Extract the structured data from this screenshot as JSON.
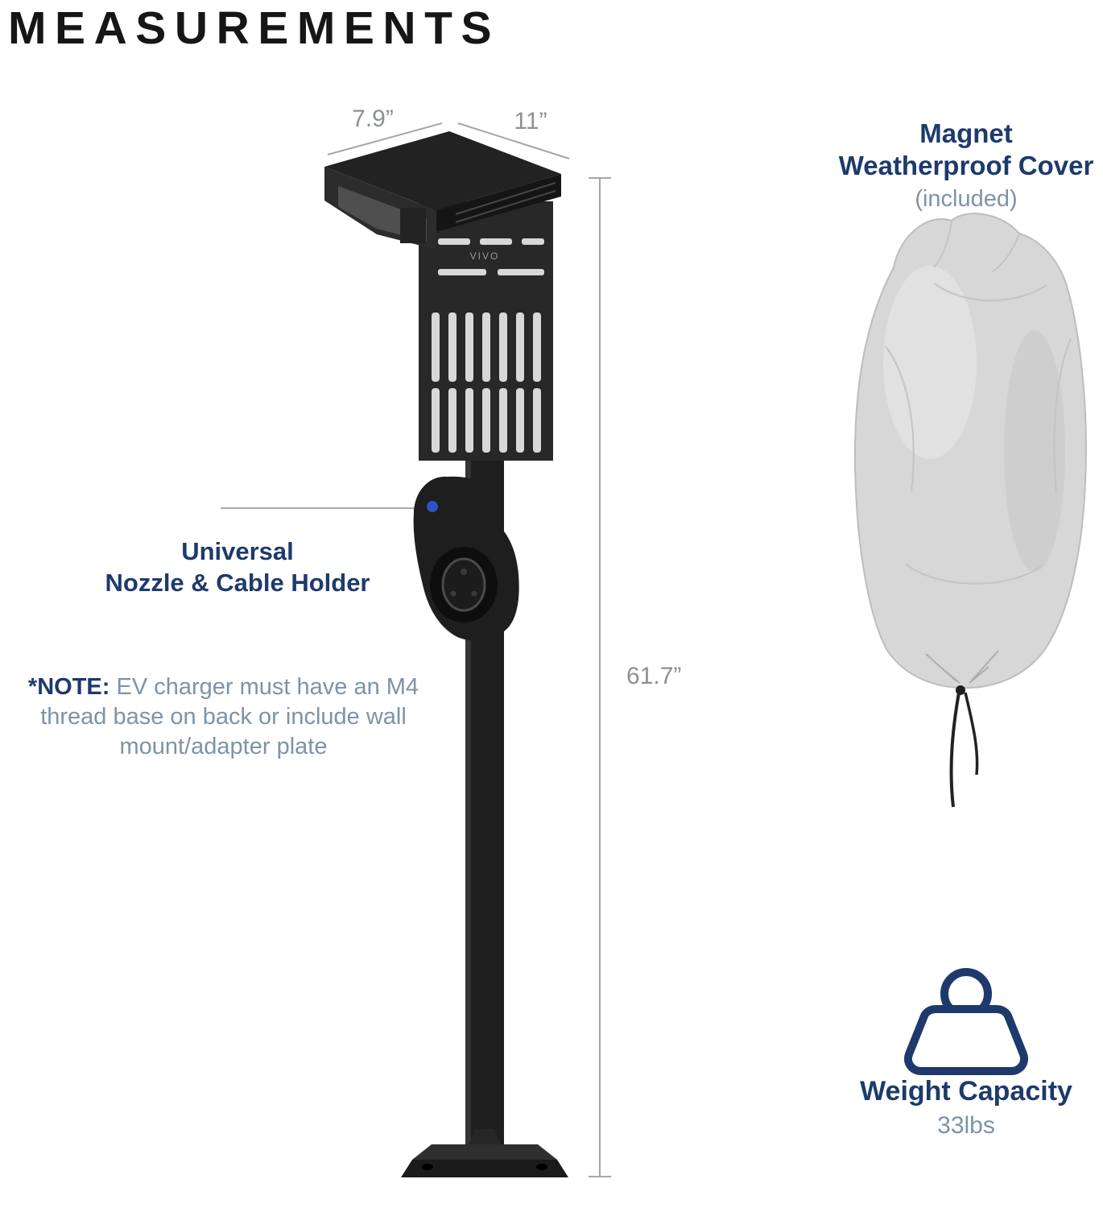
{
  "title": "MEASUREMENTS",
  "dimensions": {
    "top_depth": "7.9”",
    "top_width": "11”",
    "pole_height": "61.7”"
  },
  "callouts": {
    "holder": {
      "line1": "Universal",
      "line2": "Nozzle & Cable Holder"
    },
    "note": {
      "prefix": "*NOTE:",
      "line1": "  EV charger must have an M4",
      "line2": "thread base on back or include wall",
      "line3": "mount/adapter plate"
    },
    "cover": {
      "line1": "Magnet",
      "line2": "Weatherproof Cover",
      "line3": "(included)"
    },
    "weight": {
      "label": "Weight Capacity",
      "value": "33lbs"
    }
  },
  "brand": {
    "logo": "VIVO"
  },
  "colors": {
    "navy": "#1e3a6c",
    "text_gray": "#7e93a8",
    "dim_gray": "#8d9095",
    "black": "#161616",
    "leader_blue": "#2b55c4",
    "product_black": "#1e1e1e",
    "cover_silver": "#d7d7d7"
  }
}
